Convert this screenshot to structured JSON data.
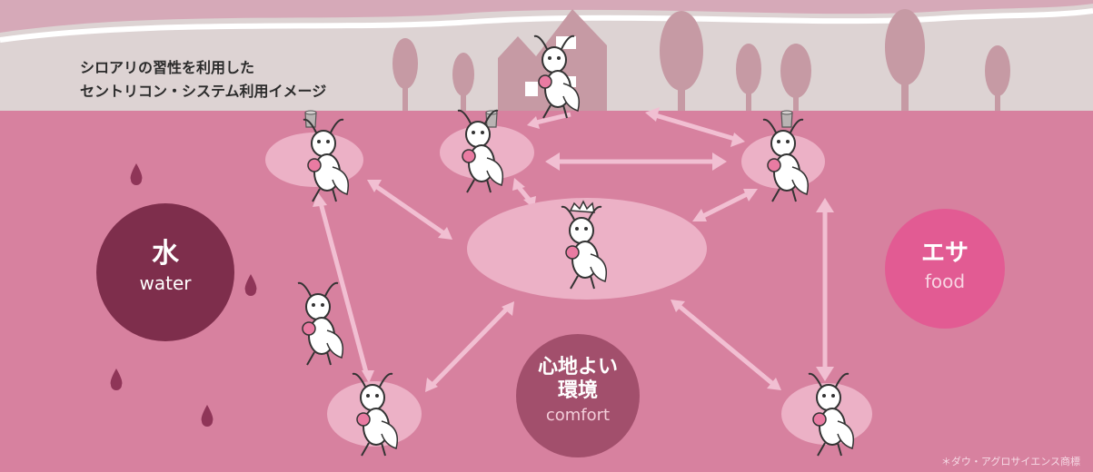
{
  "caption": {
    "line1": "シロアリの習性を利用した",
    "line2": "セントリコン・システム利用イメージ"
  },
  "needs": {
    "water": {
      "jp": "水",
      "en": "water"
    },
    "food": {
      "jp": "エサ",
      "en": "food"
    },
    "comfort": {
      "jp_line1": "心地よい",
      "jp_line2": "環境",
      "en": "comfort"
    }
  },
  "footnote": "＊ダウ・アグロサイエンス商標",
  "colors": {
    "sky": "#ddd3d3",
    "ground": "#d7819f",
    "house_trees": "#c69aa4",
    "water_circle": "#7e2e4c",
    "food_circle": "#e25b93",
    "comfort_circle": "#a24f6c",
    "ellipse": "#ecb1c6",
    "arrow": "#f1bfd2",
    "drop": "#8f3558"
  },
  "icons": [
    "termite-icon",
    "queen-termite-icon",
    "bait-station-icon",
    "water-drop-icon",
    "double-arrow-icon",
    "house-icon",
    "tree-icon"
  ]
}
